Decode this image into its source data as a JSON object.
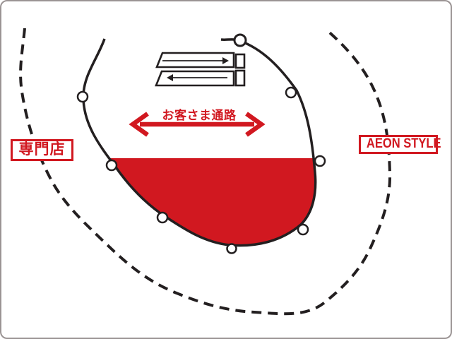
{
  "colors": {
    "red": "#d11820",
    "ink": "#231f20",
    "frame": "#9b9494",
    "bg": "#ffffff"
  },
  "map": {
    "left_zone_label": "専門店",
    "right_zone_label": "AEON STYLE",
    "aisle_label": "お客さま通路",
    "aisle_arrow": "double-headed horizontal arrow",
    "escalators": [
      {
        "id": "escalator-right",
        "direction": "right"
      },
      {
        "id": "escalator-left",
        "direction": "left"
      }
    ],
    "column_marker_count": 8,
    "red_area": "lower half of oval floor filled red",
    "outer_boundary": "large dashed open curve around the oval"
  }
}
